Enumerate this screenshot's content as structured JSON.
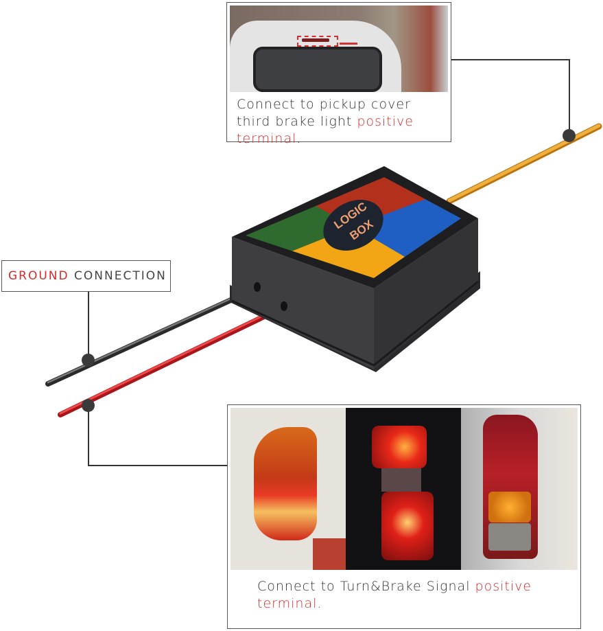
{
  "top_callout": {
    "photo": "pickup-cover-third-brake-light",
    "caption_prefix": "Connect to pickup cover third brake light ",
    "caption_highlight": "positive terminal",
    "caption_suffix": "."
  },
  "ground_callout": {
    "label_highlight": "GROUND",
    "label_rest": " CONNECTION"
  },
  "bottom_callout": {
    "photos": [
      "tail-light-white-truck",
      "tail-light-black-truck",
      "tail-light-silver-truck"
    ],
    "caption_prefix": "Connect to Turn&Brake Signal ",
    "caption_highlight": "positive terminal",
    "caption_suffix": "."
  },
  "device": {
    "logo_line1": "LOGIC",
    "logo_line2": "BOX",
    "quadrant_colors": {
      "top": "#b3311c",
      "right": "#1f5fc4",
      "bottom": "#f2a515",
      "left": "#2f6b2f"
    },
    "body_color": "#3c3c3e"
  },
  "wires": {
    "orange": "#e5a12a",
    "black": "#4a4a4a",
    "red": "#d8232a"
  },
  "colors": {
    "accent_red": "#d42c2c",
    "text": "#333333"
  }
}
